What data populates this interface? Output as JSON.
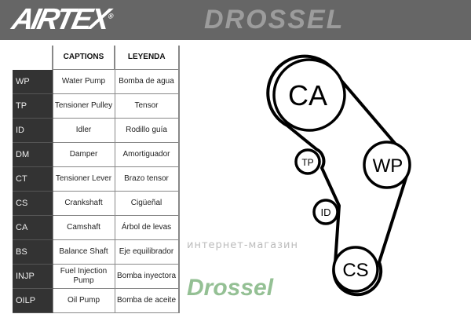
{
  "brand": {
    "logo_text": "AIRTEX",
    "registered": "®"
  },
  "table": {
    "headers": {
      "captions": "CAPTIONS",
      "leyenda": "LEYENDA"
    },
    "rows": [
      {
        "code": "WP",
        "caption": "Water Pump",
        "leyenda": "Bomba de agua"
      },
      {
        "code": "TP",
        "caption": "Tensioner Pulley",
        "leyenda": "Tensor"
      },
      {
        "code": "ID",
        "caption": "Idler",
        "leyenda": "Rodillo guía"
      },
      {
        "code": "DM",
        "caption": "Damper",
        "leyenda": "Amortiguador"
      },
      {
        "code": "CT",
        "caption": "Tensioner Lever",
        "leyenda": "Brazo tensor"
      },
      {
        "code": "CS",
        "caption": "Crankshaft",
        "leyenda": "Cigüeñal"
      },
      {
        "code": "CA",
        "caption": "Camshaft",
        "leyenda": "Árbol de levas"
      },
      {
        "code": "BS",
        "caption": "Balance Shaft",
        "leyenda": "Eje equilibrador"
      },
      {
        "code": "INJP",
        "caption": "Fuel Injection Pump",
        "leyenda": "Bomba inyectora"
      },
      {
        "code": "OILP",
        "caption": "Oil Pump",
        "leyenda": "Bomba de aceite"
      }
    ]
  },
  "diagram": {
    "pulleys": {
      "ca": "CA",
      "tp": "TP",
      "wp": "WP",
      "id": "ID",
      "cs": "CS"
    }
  },
  "watermark": {
    "brand": "DROSSEL",
    "subtitle": "интернет-магазин",
    "bottom": "Drossel"
  }
}
